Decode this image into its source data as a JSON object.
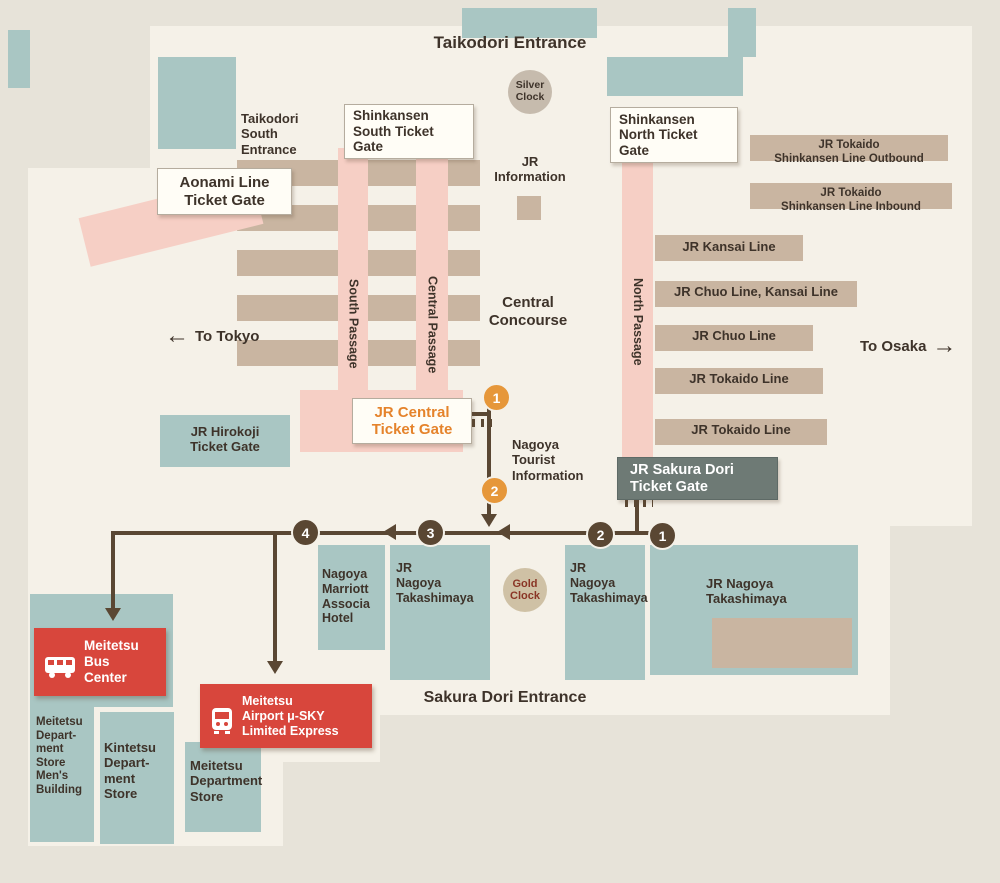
{
  "entrances": {
    "taikodori": "Taikodori Entrance",
    "taikodori_south": "Taikodori\nSouth\nEntrance",
    "sakura_dori": "Sakura Dori Entrance"
  },
  "gates": {
    "shinkansen_south": "Shinkansen\nSouth Ticket\nGate",
    "shinkansen_north": "Shinkansen\nNorth Ticket\nGate",
    "aonami": "Aonami Line\nTicket Gate",
    "jr_central": "JR Central\nTicket Gate",
    "jr_hirokoji": "JR Hirokoji\nTicket Gate",
    "jr_sakura_dori": "JR Sakura Dori\nTicket Gate"
  },
  "landmarks": {
    "jr_information": "JR\nInformation",
    "central_concourse": "Central\nConcourse",
    "tourist_information": "Nagoya\nTourist\nInformation",
    "silver_clock": "Silver\nClock",
    "gold_clock": "Gold\nClock"
  },
  "passages": {
    "south": "South Passage",
    "central": "Central Passage",
    "north": "North Passage"
  },
  "directions": {
    "to_tokyo": "To Tokyo",
    "to_osaka": "To Osaka",
    "west_arrow": "←",
    "east_arrow": "→"
  },
  "platforms": [
    "JR Tokaido\nShinkansen Line Outbound",
    "JR Tokaido\nShinkansen Line Inbound",
    "JR Kansai Line",
    "JR Chuo Line, Kansai Line",
    "JR Chuo Line",
    "JR Tokaido Line",
    "JR Tokaido Line"
  ],
  "buildings": {
    "marriott": "Nagoya\nMarriott\nAssocia\nHotel",
    "takashimaya_west": "JR\nNagoya\nTakashimaya",
    "takashimaya_east": "JR\nNagoya\nTakashimaya",
    "takashimaya_main": "JR Nagoya\nTakashimaya",
    "meitetsu_mens": "Meitetsu\nDepart-\nment\nStore\nMen's\nBuilding",
    "kintetsu": "Kintetsu\nDepart-\nment\nStore",
    "meitetsu_dept": "Meitetsu\nDepartment\nStore"
  },
  "transit": {
    "meitetsu_bus_center": "Meitetsu\nBus\nCenter",
    "meitetsu_airport": "Meitetsu\nAirport μ-SKY\nLimited Express"
  },
  "route_badges": {
    "central_gate": [
      "1",
      "2"
    ],
    "sakura_dori_gate": [
      "1",
      "2",
      "3",
      "4"
    ]
  },
  "colors": {
    "background": "#e7e3d9",
    "map_body": "#f5f1e8",
    "building_teal": "#a9c6c3",
    "platform_beige": "#c9b5a1",
    "passage_pink": "#f6cfc5",
    "highlight_red": "#d8463c",
    "badge_orange": "#e6973a",
    "route_brown": "#5a4733",
    "gate_slate": "#6e7a75",
    "text_brown": "#3e332a"
  }
}
